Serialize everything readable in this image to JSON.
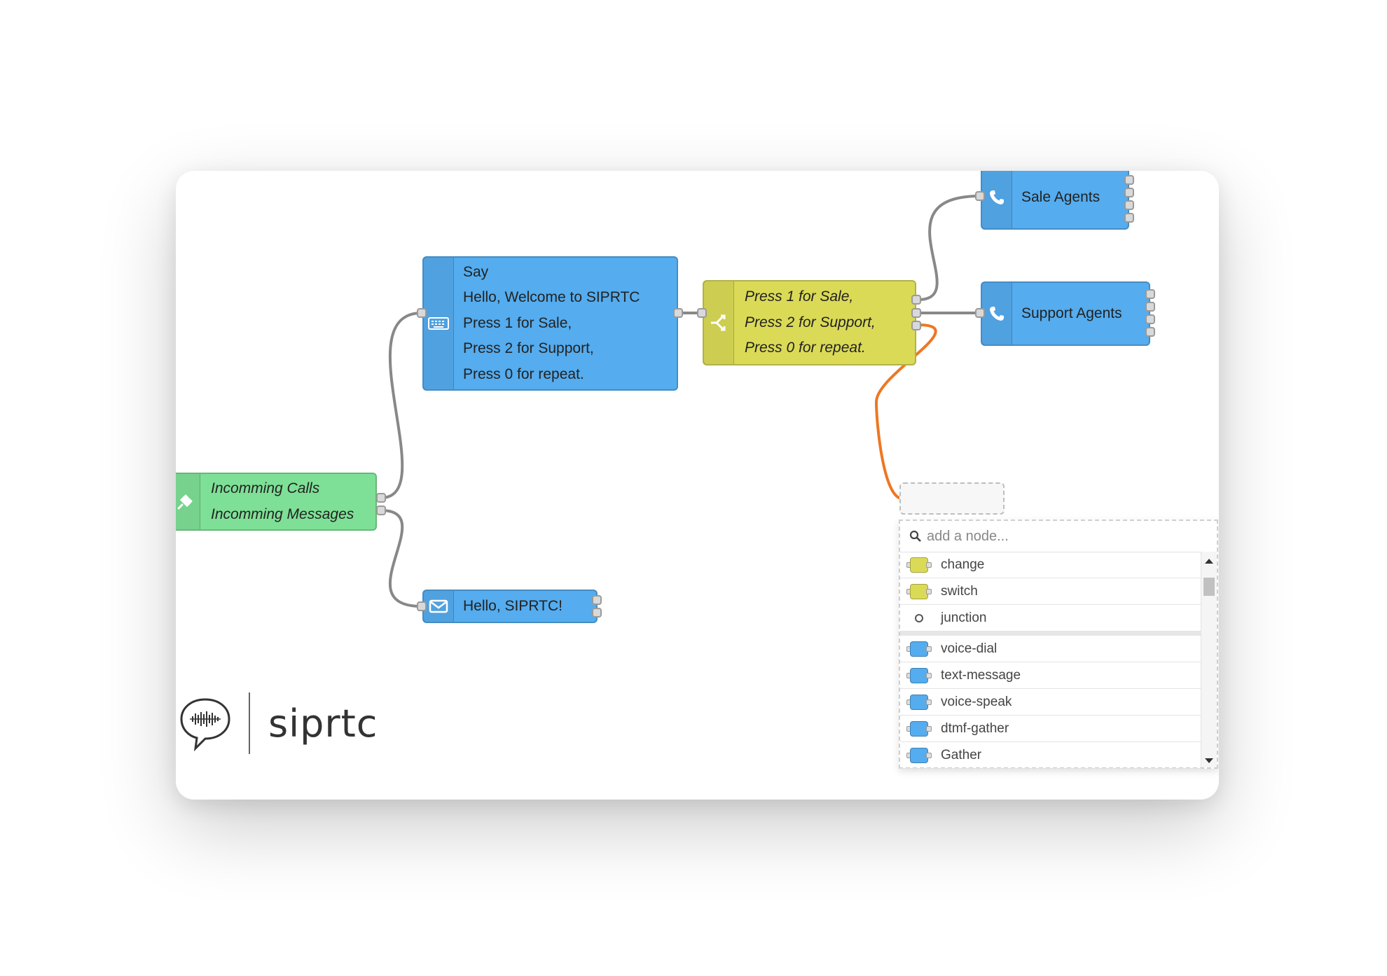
{
  "nodes": {
    "inbound": {
      "lines": [
        "Incomming Calls",
        "Incomming Messages"
      ],
      "icon": "plug-icon",
      "color": "#7ee096"
    },
    "say": {
      "lines": [
        "Say",
        "Hello, Welcome to SIPRTC",
        "Press 1 for Sale,",
        "Press 2 for Support,",
        "Press 0 for repeat."
      ],
      "icon": "keyboard-icon",
      "color": "#55acee"
    },
    "message": {
      "label": "Hello, SIPRTC!",
      "icon": "envelope-icon",
      "color": "#55acee"
    },
    "switch": {
      "lines": [
        "Press 1 for Sale,",
        "Press 2 for Support,",
        "Press 0 for repeat."
      ],
      "icon": "switch-icon",
      "color": "#dada57"
    },
    "sale_agents": {
      "label": "Sale Agents",
      "icon": "phone-icon",
      "color": "#55acee"
    },
    "support_agents": {
      "label": "Support Agents",
      "icon": "phone-icon",
      "color": "#55acee"
    }
  },
  "palette": {
    "search_placeholder": "add a node...",
    "items": [
      {
        "label": "change",
        "icon": "change-icon",
        "color": "#dada57"
      },
      {
        "label": "switch",
        "icon": "switch-icon",
        "color": "#dada57"
      },
      {
        "label": "junction",
        "icon": "circle-icon",
        "color": "#ffffff"
      },
      {
        "label": "voice-dial",
        "icon": "phone-icon",
        "color": "#55acee"
      },
      {
        "label": "text-message",
        "icon": "envelope-icon",
        "color": "#55acee"
      },
      {
        "label": "voice-speak",
        "icon": "speaker-icon",
        "color": "#55acee"
      },
      {
        "label": "dtmf-gather",
        "icon": "keyboard-icon",
        "color": "#55acee"
      },
      {
        "label": "Gather",
        "icon": "gather-icon",
        "color": "#55acee"
      }
    ]
  },
  "brand": {
    "name": "siprtc",
    "logo": "speech-bubble-waveform-icon"
  },
  "colors": {
    "wire": "#888888",
    "active_wire": "#ee7722"
  }
}
